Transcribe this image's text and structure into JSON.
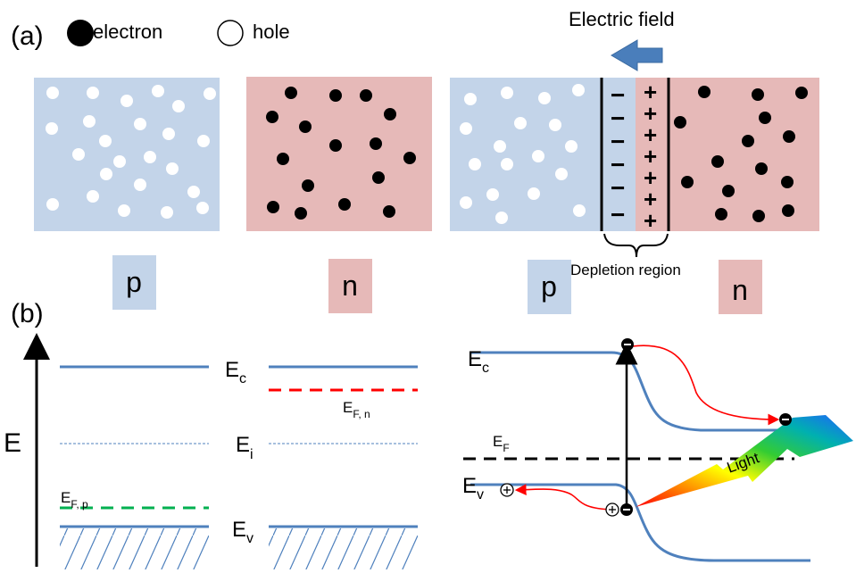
{
  "panel_a": {
    "label": "(a)",
    "legend": {
      "electron": "electron",
      "hole": "hole"
    },
    "field_label": "Electric field",
    "depletion_label": "Depletion region",
    "p_label": "p",
    "n_label": "n",
    "p_label_2": "p",
    "n_label_2": "n",
    "minus_sign": "−",
    "plus_sign": "+"
  },
  "panel_b": {
    "label": "(b)",
    "axis_label": "E",
    "ec": {
      "main": "E",
      "sub": "c"
    },
    "ei": {
      "main": "E",
      "sub": "i"
    },
    "ev": {
      "main": "E",
      "sub": "v"
    },
    "efp": {
      "main": "E",
      "sub": "F, p"
    },
    "efn": {
      "main": "E",
      "sub": "F, n"
    },
    "ec_2": {
      "main": "E",
      "sub": "c"
    },
    "ev_2": {
      "main": "E",
      "sub": "v"
    },
    "ef": {
      "main": "E",
      "sub": "F"
    },
    "light_label": "Light"
  },
  "colors": {
    "p_region": "#c3d4e9",
    "n_region": "#e6b9b8",
    "band_line": "#4f81bd",
    "fermi_n": "#ff0000",
    "fermi_p": "#00b050",
    "arrow_red": "#ff0000",
    "field_arrow": "#4a7ebb"
  }
}
